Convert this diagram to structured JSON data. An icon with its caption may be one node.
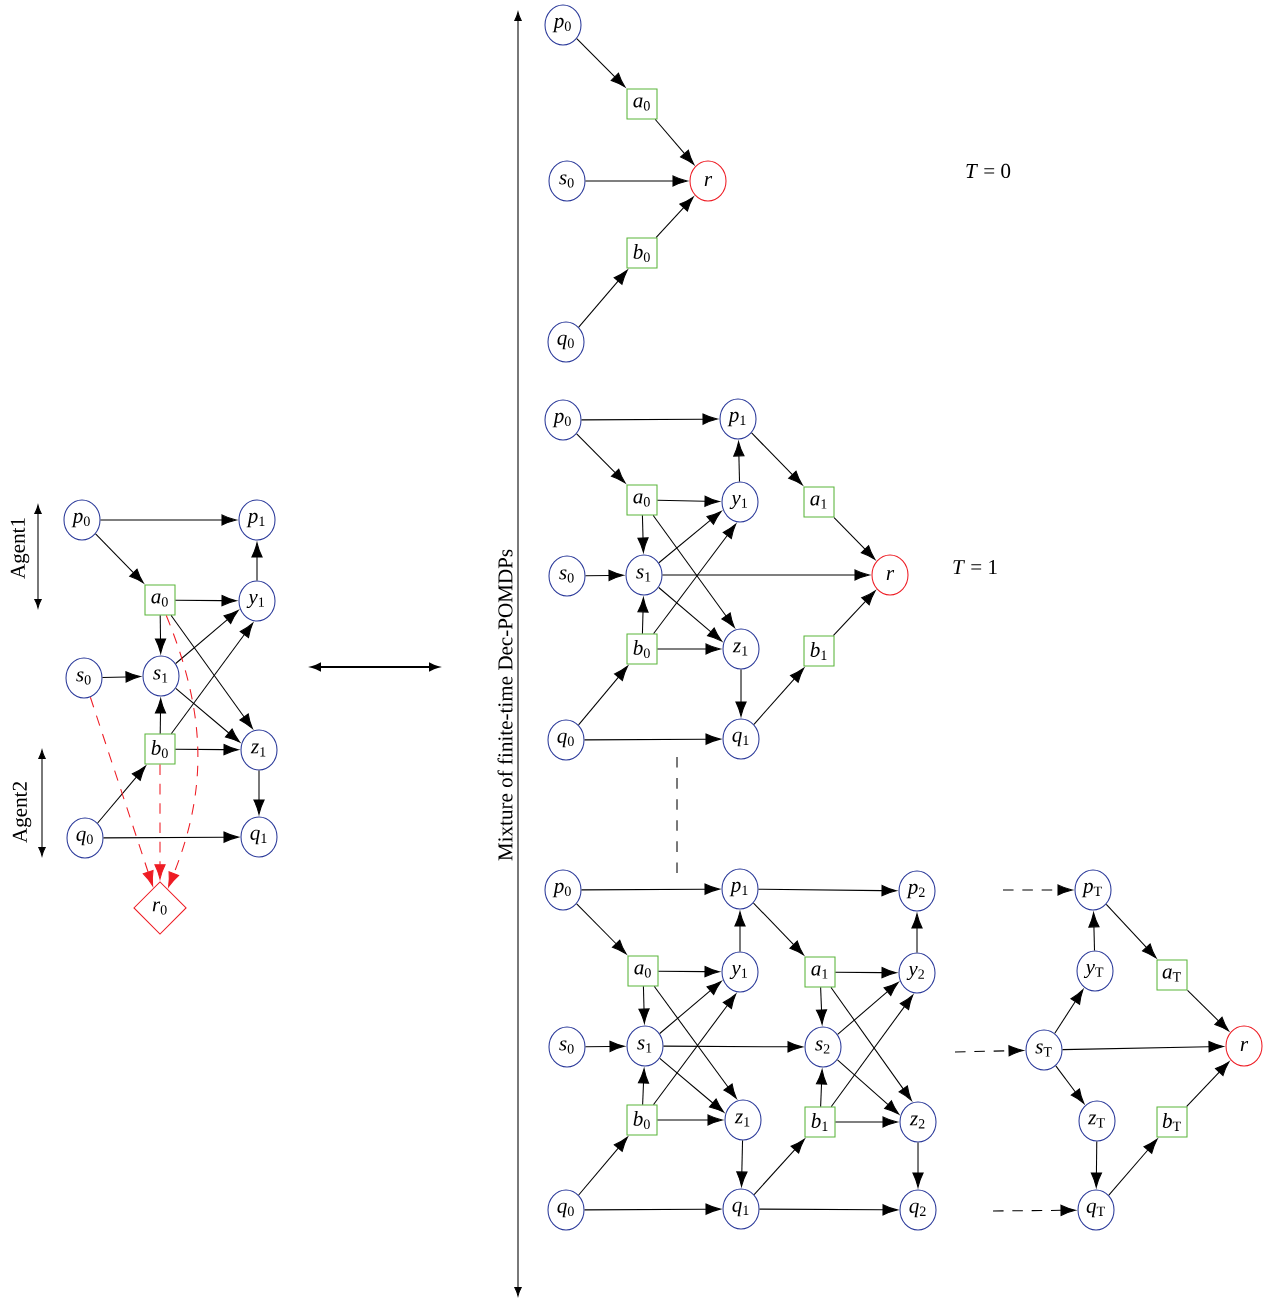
{
  "diagram": {
    "nodes": [
      {
        "text": [
          "*p*$_{0}$"
        ]
      },
      {
        "text": [
          "*p*$_{1}$"
        ]
      },
      {
        "text": [
          "*a*$_{0}$"
        ]
      },
      {
        "text": [
          "*y*$_{1}$"
        ]
      },
      {
        "text": [
          "*s*$_{0}$"
        ]
      },
      {
        "text": [
          "*s*$_{1}$"
        ]
      },
      {
        "text": [
          "*b*$_{0}$"
        ]
      },
      {
        "text": [
          "*z*$_{1}$"
        ]
      },
      {
        "text": [
          "*q*$_{0}$"
        ]
      },
      {
        "text": [
          "*q*$_{1}$"
        ]
      },
      {
        "text": [
          "*r*$_{0}$"
        ]
      },
      {
        "text": [
          "*p*$_{0}$"
        ]
      },
      {
        "text": [
          "*a*$_{0}$"
        ]
      },
      {
        "text": [
          "*s*$_{0}$"
        ]
      },
      {
        "text": [
          "*r*"
        ]
      },
      {
        "text": [
          "*b*$_{0}$"
        ]
      },
      {
        "text": [
          "*q*$_{0}$"
        ]
      },
      {
        "text": [
          "*p*$_{0}$"
        ]
      },
      {
        "text": [
          "*p*$_{1}$"
        ]
      },
      {
        "text": [
          "*a*$_{0}$"
        ]
      },
      {
        "text": [
          "*y*$_{1}$"
        ]
      },
      {
        "text": [
          "*a*$_{1}$"
        ]
      },
      {
        "text": [
          "*s*$_{0}$"
        ]
      },
      {
        "text": [
          "*s*$_{1}$"
        ]
      },
      {
        "text": [
          "*r*"
        ]
      },
      {
        "text": [
          "*b*$_{0}$"
        ]
      },
      {
        "text": [
          "*z*$_{1}$"
        ]
      },
      {
        "text": [
          "*b*$_{1}$"
        ]
      },
      {
        "text": [
          "*q*$_{0}$"
        ]
      },
      {
        "text": [
          "*q*$_{1}$"
        ]
      },
      {
        "text": [
          "*p*$_{0}$"
        ]
      },
      {
        "text": [
          "*p*$_{1}$"
        ]
      },
      {
        "text": [
          "*p*$_{2}$"
        ]
      },
      {
        "text": [
          "*p*$_{T}$"
        ]
      },
      {
        "text": [
          "*a*$_{0}$"
        ]
      },
      {
        "text": [
          "*y*$_{1}$"
        ]
      },
      {
        "text": [
          "*a*$_{1}$"
        ]
      },
      {
        "text": [
          "*y*$_{2}$"
        ]
      },
      {
        "text": [
          "*y*$_{T}$"
        ]
      },
      {
        "text": [
          "*a*$_{T}$"
        ]
      },
      {
        "text": [
          "*s*$_{0}$"
        ]
      },
      {
        "text": [
          "*s*$_{1}$"
        ]
      },
      {
        "text": [
          "*s*$_{2}$"
        ]
      },
      {
        "text": [
          "*s*$_{T}$"
        ]
      },
      {
        "text": [
          "*r*"
        ]
      },
      {
        "text": [
          "*b*$_{0}$"
        ]
      },
      {
        "text": [
          "*z*$_{1}$"
        ]
      },
      {
        "text": [
          "*b*$_{1}$"
        ]
      },
      {
        "text": [
          "*z*$_{2}$"
        ]
      },
      {
        "text": [
          "*z*$_{T}$"
        ]
      },
      {
        "text": [
          "*b*$_{T}$"
        ]
      },
      {
        "text": [
          "*q*$_{0}$"
        ]
      },
      {
        "text": [
          "*q*$_{1}$"
        ]
      },
      {
        "text": [
          "*q*$_{2}$"
        ]
      },
      {
        "text": [
          "*q*$_{T}$"
        ]
      }
    ],
    "edges": [
      {
        "from": 0,
        "to": 1,
        "arrow": "to"
      },
      {
        "from": 0,
        "to": 2,
        "arrow": "to"
      },
      {
        "from": 2,
        "to": 3,
        "arrow": "to"
      },
      {
        "from": 2,
        "to": 5,
        "arrow": "to"
      },
      {
        "from": 2,
        "to": 7,
        "arrow": "to"
      },
      {
        "from": 3,
        "to": 1,
        "arrow": "to"
      },
      {
        "from": 4,
        "to": 5,
        "arrow": "to"
      },
      {
        "from": 5,
        "to": 3,
        "arrow": "to"
      },
      {
        "from": 5,
        "to": 7,
        "arrow": "to"
      },
      {
        "from": 6,
        "to": 5,
        "arrow": "to"
      },
      {
        "from": 6,
        "to": 3,
        "arrow": "to"
      },
      {
        "from": 6,
        "to": 7,
        "arrow": "to"
      },
      {
        "from": 7,
        "to": 9,
        "arrow": "to"
      },
      {
        "from": 8,
        "to": 6,
        "arrow": "to"
      },
      {
        "from": 8,
        "to": 9,
        "arrow": "to"
      },
      {
        "from": 4,
        "to": 10,
        "arrow": "to",
        "style": "dashed",
        "color": "#ee1c24"
      },
      {
        "from": 6,
        "to": 10,
        "arrow": "to",
        "style": "dashed",
        "color": "#ee1c24"
      },
      {
        "from": 2,
        "to": 10,
        "arrow": "to",
        "style": "dashed",
        "color": "#ee1c24"
      },
      {
        "from": 11,
        "to": 12,
        "arrow": "to"
      },
      {
        "from": 12,
        "to": 14,
        "arrow": "to"
      },
      {
        "from": 13,
        "to": 14,
        "arrow": "to"
      },
      {
        "from": 15,
        "to": 14,
        "arrow": "to"
      },
      {
        "from": 16,
        "to": 15,
        "arrow": "to"
      },
      {
        "from": 17,
        "to": 18,
        "arrow": "to"
      },
      {
        "from": 17,
        "to": 19,
        "arrow": "to"
      },
      {
        "from": 19,
        "to": 20,
        "arrow": "to"
      },
      {
        "from": 19,
        "to": 23,
        "arrow": "to"
      },
      {
        "from": 19,
        "to": 26,
        "arrow": "to"
      },
      {
        "from": 20,
        "to": 18,
        "arrow": "to"
      },
      {
        "from": 18,
        "to": 21,
        "arrow": "to"
      },
      {
        "from": 21,
        "to": 24,
        "arrow": "to"
      },
      {
        "from": 22,
        "to": 23,
        "arrow": "to"
      },
      {
        "from": 23,
        "to": 20,
        "arrow": "to"
      },
      {
        "from": 23,
        "to": 24,
        "arrow": "to"
      },
      {
        "from": 23,
        "to": 26,
        "arrow": "to"
      },
      {
        "from": 25,
        "to": 23,
        "arrow": "to"
      },
      {
        "from": 25,
        "to": 20,
        "arrow": "to"
      },
      {
        "from": 25,
        "to": 26,
        "arrow": "to"
      },
      {
        "from": 26,
        "to": 29,
        "arrow": "to"
      },
      {
        "from": 28,
        "to": 25,
        "arrow": "to"
      },
      {
        "from": 28,
        "to": 29,
        "arrow": "to"
      },
      {
        "from": 29,
        "to": 27,
        "arrow": "to"
      },
      {
        "from": 27,
        "to": 24,
        "arrow": "to"
      },
      {
        "from": 30,
        "to": 31,
        "arrow": "to"
      },
      {
        "from": 30,
        "to": 34,
        "arrow": "to"
      },
      {
        "from": 34,
        "to": 35,
        "arrow": "to"
      },
      {
        "from": 34,
        "to": 41,
        "arrow": "to"
      },
      {
        "from": 34,
        "to": 46,
        "arrow": "to"
      },
      {
        "from": 35,
        "to": 31,
        "arrow": "to"
      },
      {
        "from": 40,
        "to": 41,
        "arrow": "to"
      },
      {
        "from": 41,
        "to": 35,
        "arrow": "to"
      },
      {
        "from": 41,
        "to": 42,
        "arrow": "to"
      },
      {
        "from": 41,
        "to": 46,
        "arrow": "to"
      },
      {
        "from": 45,
        "to": 41,
        "arrow": "to"
      },
      {
        "from": 45,
        "to": 35,
        "arrow": "to"
      },
      {
        "from": 45,
        "to": 46,
        "arrow": "to"
      },
      {
        "from": 46,
        "to": 52,
        "arrow": "to"
      },
      {
        "from": 51,
        "to": 45,
        "arrow": "to"
      },
      {
        "from": 51,
        "to": 52,
        "arrow": "to"
      },
      {
        "from": 31,
        "to": 32,
        "arrow": "to"
      },
      {
        "from": 31,
        "to": 36,
        "arrow": "to"
      },
      {
        "from": 36,
        "to": 37,
        "arrow": "to"
      },
      {
        "from": 36,
        "to": 42,
        "arrow": "to"
      },
      {
        "from": 36,
        "to": 48,
        "arrow": "to"
      },
      {
        "from": 37,
        "to": 32,
        "arrow": "to"
      },
      {
        "from": 42,
        "to": 37,
        "arrow": "to"
      },
      {
        "from": 42,
        "to": 48,
        "arrow": "to"
      },
      {
        "from": 47,
        "to": 42,
        "arrow": "to"
      },
      {
        "from": 47,
        "to": 37,
        "arrow": "to"
      },
      {
        "from": 47,
        "to": 48,
        "arrow": "to"
      },
      {
        "from": 48,
        "to": 53,
        "arrow": "to"
      },
      {
        "from": 52,
        "to": 53,
        "arrow": "to"
      },
      {
        "from": 52,
        "to": 47,
        "arrow": "to"
      },
      {
        "from": null,
        "to": 33,
        "arrow": "to",
        "style": "dashed"
      },
      {
        "from": null,
        "to": 43,
        "arrow": "to",
        "style": "dashed"
      },
      {
        "from": null,
        "to": 54,
        "arrow": "to",
        "style": "dashed"
      },
      {
        "from": 33,
        "to": 39,
        "arrow": "to"
      },
      {
        "from": 38,
        "to": 33,
        "arrow": "to"
      },
      {
        "from": 43,
        "to": 38,
        "arrow": "to"
      },
      {
        "from": 43,
        "to": 44,
        "arrow": "to"
      },
      {
        "from": 43,
        "to": 49,
        "arrow": "to"
      },
      {
        "from": 49,
        "to": 54,
        "arrow": "to"
      },
      {
        "from": 54,
        "to": 50,
        "arrow": "to"
      },
      {
        "from": 39,
        "to": 44,
        "arrow": "to"
      },
      {
        "from": 50,
        "to": 44,
        "arrow": "to"
      }
    ],
    "labels": [
      "Agent1",
      "Agent2",
      "Mixture of finite-time Dec-POMDPs",
      "*T* = 0",
      "*T* = 1"
    ]
  }
}
